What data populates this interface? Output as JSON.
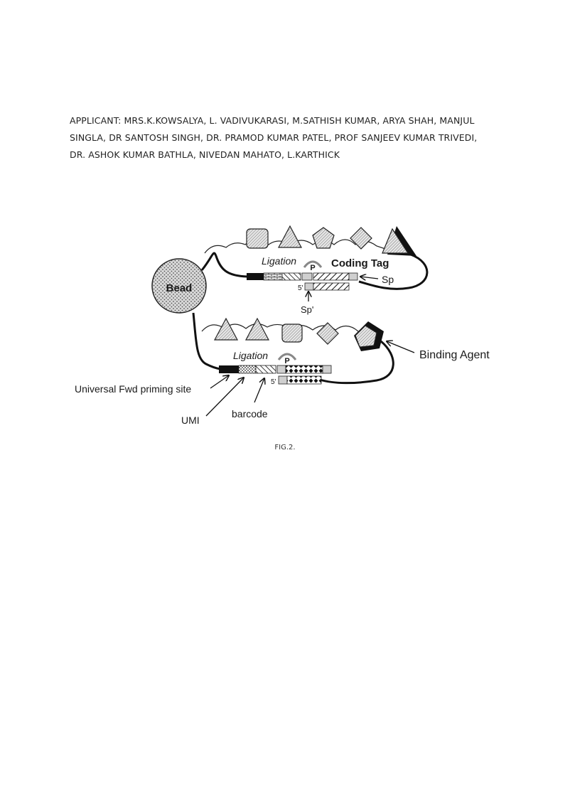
{
  "applicant": {
    "line1": "APPLICANT: MRS.K.KOWSALYA, L. VADIVUKARASI, M.SATHISH KUMAR, ARYA SHAH, MANJUL",
    "line2": "SINGLA, DR SANTOSH SINGH, DR. PRAMOD KUMAR PATEL, PROF SANJEEV KUMAR TRIVEDI,",
    "line3": "DR. ASHOK KUMAR BATHLA, NIVEDAN MAHATO, L.KARTHICK"
  },
  "figure": {
    "bead_label": "Bead",
    "ligation_top": "Ligation",
    "ligation_bottom": "Ligation",
    "phosphate_top": "P",
    "phosphate_bottom": "P",
    "coding_tag": "Coding Tag",
    "sp": "Sp",
    "sp_prime": "Sp'",
    "five_prime_top": "5'",
    "five_prime_bottom": "5'",
    "binding_agent": "Binding Agent",
    "universal_fwd": "Universal Fwd priming site",
    "umi": "UMI",
    "barcode": "barcode"
  },
  "caption": "FIG.2."
}
